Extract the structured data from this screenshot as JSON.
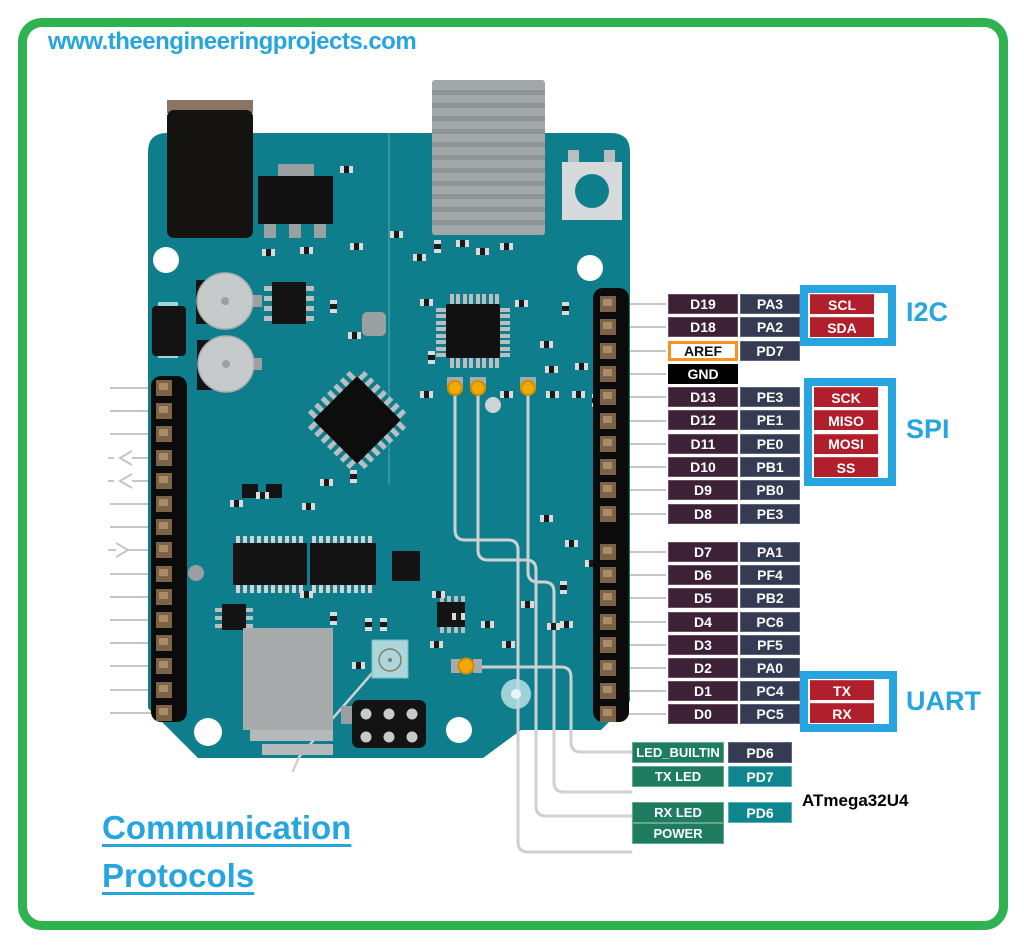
{
  "website": "www.theengineeringprojects.com",
  "title": {
    "line1": "Communication",
    "line2": "Protocols"
  },
  "chip_name": "ATmega32U4",
  "protocols": {
    "i2c": "I2C",
    "spi": "SPI",
    "uart": "UART"
  },
  "pin_rows_top": [
    {
      "pin": "D19",
      "port": "PA3",
      "type": "digital"
    },
    {
      "pin": "D18",
      "port": "PA2",
      "type": "digital"
    },
    {
      "pin": "AREF",
      "port": "PD7",
      "type": "aref"
    },
    {
      "pin": "GND",
      "port": "",
      "type": "gnd"
    },
    {
      "pin": "D13",
      "port": "PE3",
      "type": "digital"
    },
    {
      "pin": "D12",
      "port": "PE1",
      "type": "digital"
    },
    {
      "pin": "D11",
      "port": "PE0",
      "type": "digital"
    },
    {
      "pin": "D10",
      "port": "PB1",
      "type": "digital"
    },
    {
      "pin": "D9",
      "port": "PB0",
      "type": "digital"
    },
    {
      "pin": "D8",
      "port": "PE3",
      "type": "digital"
    }
  ],
  "pin_rows_bottom": [
    {
      "pin": "D7",
      "port": "PA1",
      "type": "digital"
    },
    {
      "pin": "D6",
      "port": "PF4",
      "type": "digital"
    },
    {
      "pin": "D5",
      "port": "PB2",
      "type": "digital"
    },
    {
      "pin": "D4",
      "port": "PC6",
      "type": "digital"
    },
    {
      "pin": "D3",
      "port": "PF5",
      "type": "digital"
    },
    {
      "pin": "D2",
      "port": "PA0",
      "type": "digital"
    },
    {
      "pin": "D1",
      "port": "PC4",
      "type": "digital"
    },
    {
      "pin": "D0",
      "port": "PC5",
      "type": "digital"
    }
  ],
  "i2c_pins": [
    "SCL",
    "SDA"
  ],
  "spi_pins": [
    "SCK",
    "MISO",
    "MOSI",
    "SS"
  ],
  "uart_pins": [
    "TX",
    "RX"
  ],
  "led_rows": [
    {
      "label": "LED_BUILTIN",
      "port": "PD6",
      "port_style": "navy"
    },
    {
      "label": "TX LED",
      "port": "PD7",
      "port_style": "teal"
    },
    {
      "label": "RX LED",
      "port": "PD6",
      "port_style": "teal"
    },
    {
      "label": "POWER",
      "port": "",
      "port_style": ""
    }
  ],
  "colors": {
    "frame_green": "#2eb350",
    "blue": "#27a5e0",
    "board_teal": "#0f7e8c",
    "pin_plum": "#3d2137",
    "port_navy": "#343b52",
    "func_red": "#b01f2b",
    "label_green": "#1e7c5f",
    "port_teal": "#0e858f",
    "aref_orange": "#f7941d"
  }
}
